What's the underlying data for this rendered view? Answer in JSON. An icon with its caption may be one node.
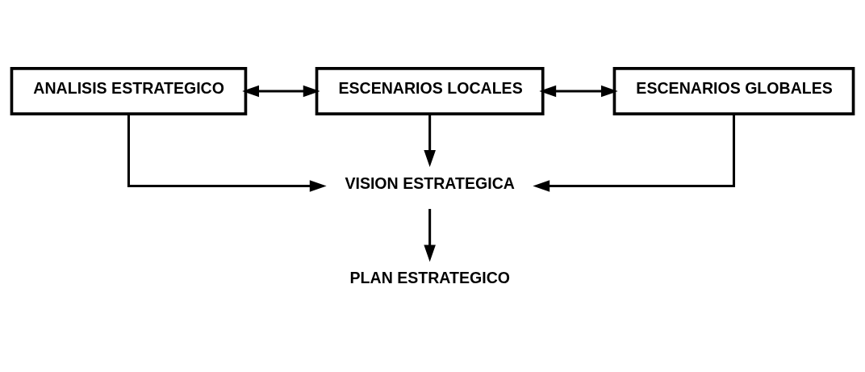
{
  "diagram": {
    "nodes": [
      {
        "text": [
          "ANALISIS ESTRATEGICO"
        ]
      },
      {
        "text": [
          "ESCENARIOS LOCALES"
        ]
      },
      {
        "text": [
          "ESCENARIOS GLOBALES"
        ]
      },
      {
        "text": [
          "VISION ESTRATEGICA"
        ]
      },
      {
        "text": [
          "PLAN ESTRATEGICO"
        ]
      }
    ],
    "edges": [
      {
        "from": 0,
        "to": 1,
        "arrow": "both"
      },
      {
        "from": 1,
        "to": 2,
        "arrow": "both"
      },
      {
        "from": 0,
        "to": 3,
        "arrow": "to"
      },
      {
        "from": 1,
        "to": 3,
        "arrow": "to"
      },
      {
        "from": 2,
        "to": 3,
        "arrow": "to"
      },
      {
        "from": 3,
        "to": 4,
        "arrow": "to"
      }
    ]
  }
}
